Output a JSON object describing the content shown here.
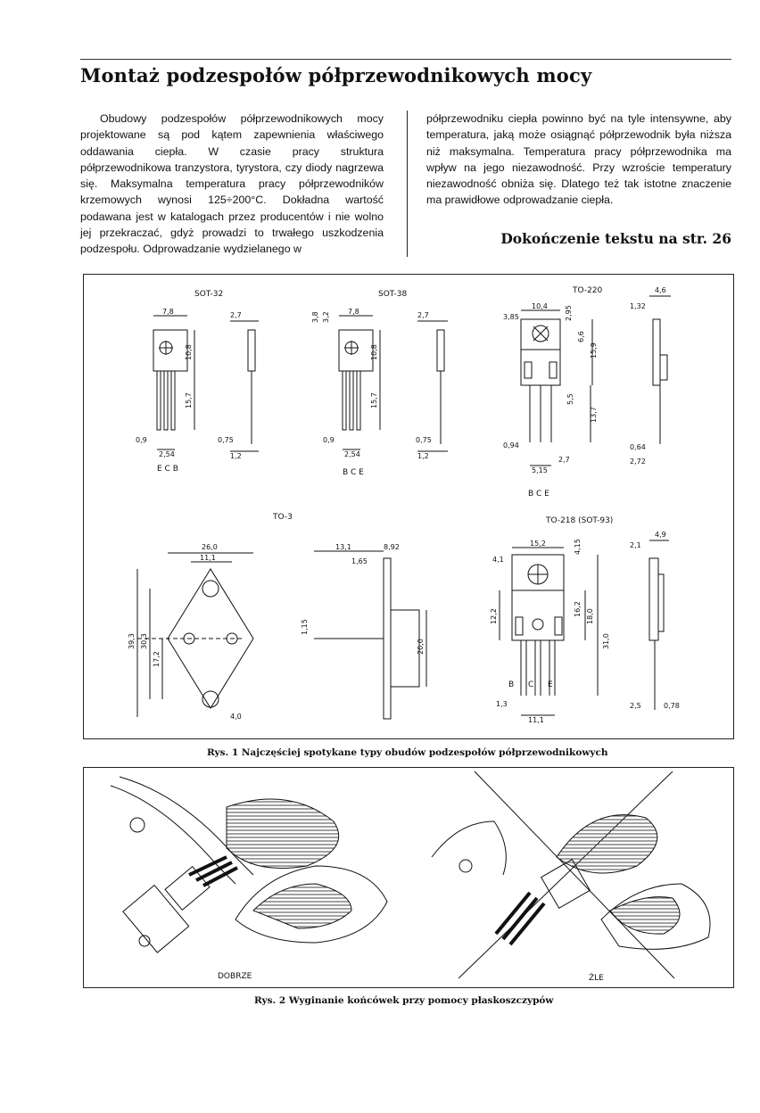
{
  "title": "Montaż podzespołów półprzewodnikowych mocy",
  "body": {
    "left_column": "Obudowy podzespołów półprzewodnikowych mocy projektowane są pod kątem zapewnienia właściwego oddawania ciepła. W czasie pracy struktura półprzewodnikowa tranzystora, tyrystora, czy diody nagrzewa się. Maksymalna temperatura pracy półprzewodników krzemowych wynosi 125÷200°C. Dokładna wartość podawana jest w katalogach przez producentów i nie wolno jej przekraczać, gdyż prowadzi to trwałego uszkodzenia podzespołu. Odprowadzanie wydzielanego w",
    "right_column": "półprzewodniku ciepła powinno być na tyle intensywne, aby temperatura, jaką może osiągnąć półprzewodnik była niższa niż maksymalna. Temperatura pracy półprzewodnika ma wpływ na jego niezawodność. Przy wzroście temperatury niezawodność obniża się. Dlatego też tak istotne znaczenie ma prawidłowe odprowadzanie ciepła.",
    "continuation": "Dokończenie tekstu na str. 26"
  },
  "figure1": {
    "caption": "Rys. 1 Najczęściej spotykane typy obudów podzespołów półprzewodnikowych",
    "packages": {
      "sot32": {
        "name": "SOT-32",
        "pins": "E C B",
        "dims": [
          "7,8",
          "10,8",
          "15,7",
          "0,9",
          "2,54",
          "2,7",
          "0,75",
          "1,2"
        ]
      },
      "sot38": {
        "name": "SOT-38",
        "pins": "B C E",
        "dims": [
          "3,8",
          "3,2",
          "7,8",
          "10,8",
          "15,7",
          "0,9",
          "2,54",
          "2,7",
          "0,75",
          "1,2"
        ]
      },
      "to220": {
        "name": "TO-220",
        "pins": "B C E",
        "dims": [
          "10,4",
          "2,95",
          "3,85",
          "6,6",
          "15,9",
          "5,5",
          "13,7",
          "0,94",
          "2,7",
          "5,15",
          "4,6",
          "1,32",
          "0,64",
          "2,72"
        ]
      },
      "to3": {
        "name": "TO-3",
        "dims": [
          "26,0",
          "11,1",
          "39,3",
          "30,3",
          "17,2",
          "4,0",
          "13,1",
          "8,92",
          "1,65",
          "1,15",
          "20,0"
        ]
      },
      "to218": {
        "name": "TO-218 (SOT-93)",
        "pins": [
          "B",
          "C",
          "E"
        ],
        "dims": [
          "15,2",
          "4,15",
          "4,1",
          "12,2",
          "16,2",
          "18,0",
          "31,0",
          "1,3",
          "11,1",
          "4,9",
          "2,1",
          "2,5",
          "0,78"
        ]
      }
    }
  },
  "figure2": {
    "caption": "Rys. 2 Wyginanie końcówek przy pomocy płaskoszczypów",
    "label_good": "DOBRZE",
    "label_bad": "ŹLE"
  }
}
